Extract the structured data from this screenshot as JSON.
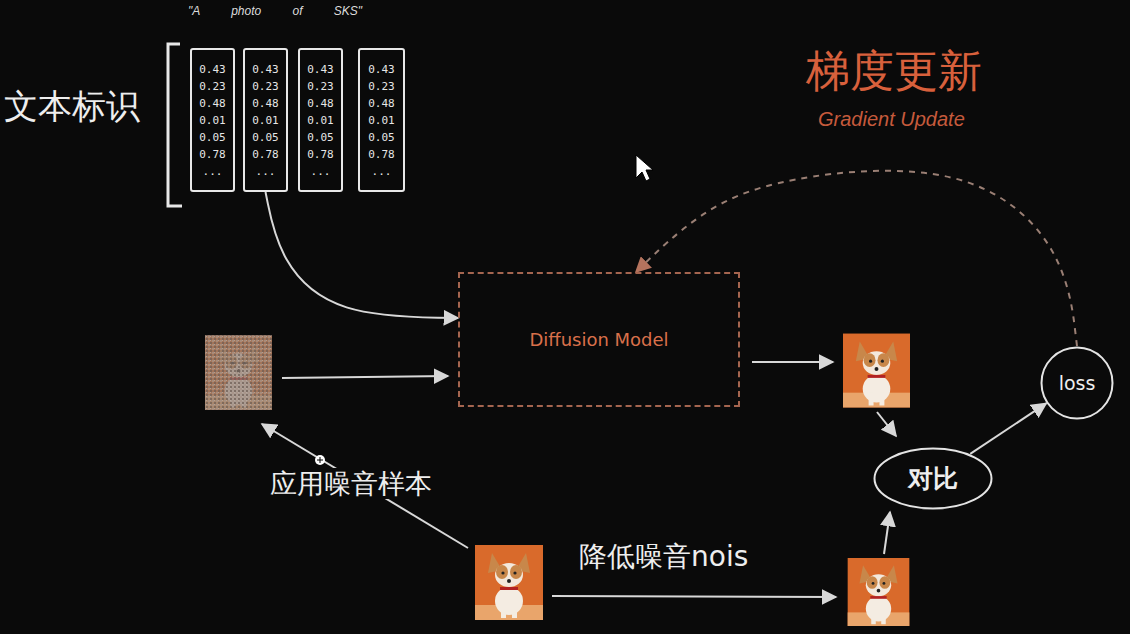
{
  "diagram": {
    "nodes": [
      {
        "text": [
          "0.43 0.23 0.48 0.01 0.05 0.78 ..."
        ]
      },
      {
        "text": [
          "0.43 0.23 0.48 0.01 0.05 0.78 ..."
        ]
      },
      {
        "text": [
          "0.43 0.23 0.48 0.01 0.05 0.78 ..."
        ]
      },
      {
        "text": [
          "0.43 0.23 0.48 0.01 0.05 0.78 ..."
        ]
      },
      {
        "text": [
          "Diffusion Model"
        ]
      },
      {
        "text": [
          "loss"
        ]
      },
      {
        "text": [
          "对比"
        ]
      }
    ],
    "edges": [
      {
        "from": 1,
        "to": 4,
        "arrow": "to"
      },
      {
        "from": 6,
        "to": 5,
        "arrow": "to"
      },
      {
        "from": 5,
        "to": 4,
        "arrow": "to"
      }
    ],
    "labels": [
      "\"A photo of SKS\"",
      "文本标识",
      "梯度更新",
      "Gradient Update",
      "应用噪音样本",
      "降低噪音nois"
    ]
  }
}
